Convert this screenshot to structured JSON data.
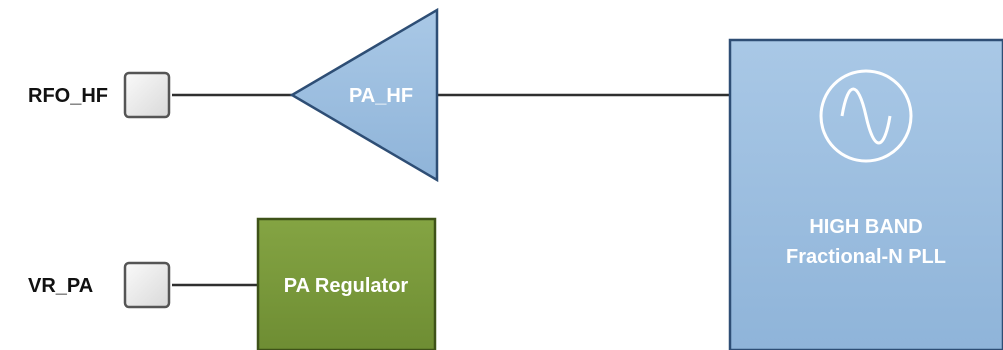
{
  "pins": {
    "rfo_hf": "RFO_HF",
    "vr_pa": "VR_PA"
  },
  "blocks": {
    "pa_hf": "PA_HF",
    "pa_regulator": "PA Regulator",
    "pll_line1": "HIGH BAND",
    "pll_line2": "Fractional-N PLL"
  },
  "icons": {
    "oscillator": "sine-wave-icon"
  },
  "colors": {
    "blue_fill": "#9dbfe0",
    "blue_stroke": "#2e4e75",
    "green_fill": "#7a9a3b",
    "green_stroke": "#3e5218",
    "pin_fill": "#eeeeee",
    "pin_stroke": "#555555",
    "text_white": "#ffffff",
    "text_dark": "#111111"
  }
}
